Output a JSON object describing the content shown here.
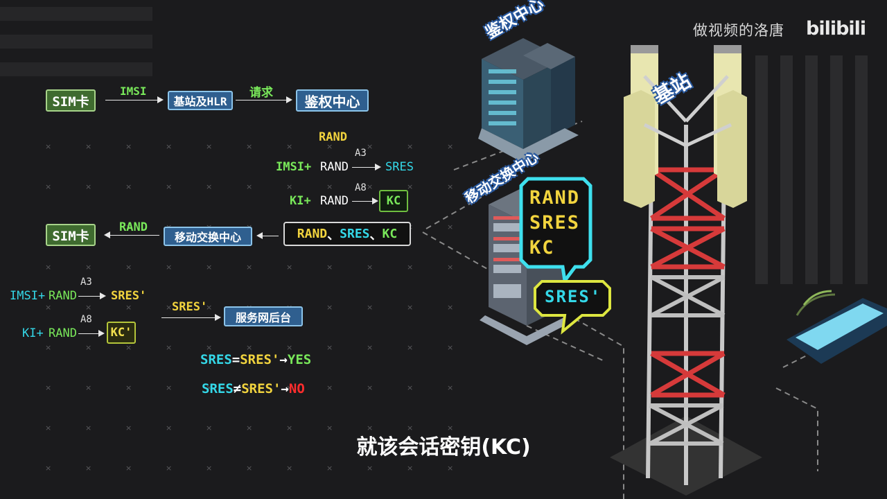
{
  "watermark": {
    "channel": "做视频的洛唐",
    "logo": "bilibili"
  },
  "subtitle": "就该会话密钥(KC)",
  "flow1": {
    "sim_card": "SIM卡",
    "imsi_label": "IMSI",
    "base_hlr": "基站及HLR",
    "request_label": "请求",
    "auth_center": "鉴权中心"
  },
  "auth_calc": {
    "rand_title": "RAND",
    "a3": "A3",
    "imsi_plus": "IMSI+",
    "rand": "RAND",
    "sres": "SRES",
    "a8": "A8",
    "ki_plus": "KI+",
    "kc": "KC"
  },
  "flow2": {
    "sim_card": "SIM卡",
    "rand_label": "RAND",
    "msc": "移动交换中心",
    "triplet": {
      "rand": "RAND",
      "sep1": "、",
      "sres": "SRES",
      "sep2": "、",
      "kc": "KC"
    }
  },
  "sim_calc": {
    "a3": "A3",
    "imsi_plus": "IMSI+",
    "rand": "RAND",
    "sres_prime": "SRES'",
    "a8": "A8",
    "ki_plus": "KI+",
    "kc_prime": "KC'",
    "send_label": "SRES'",
    "backend": "服务网后台"
  },
  "compare": {
    "eq": {
      "lhs": "SRES",
      "op": "=",
      "rhs": "SRES'",
      "arrow": "→",
      "result": "YES"
    },
    "neq": {
      "lhs": "SRES",
      "op": "≠",
      "rhs": "SRES'",
      "arrow": "→",
      "result": "NO"
    }
  },
  "scene": {
    "auth_center_label": "鉴权中心",
    "msc_label": "移动交换中心",
    "base_station_label": "基站",
    "bubble_big": {
      "line1": "RAND",
      "line2": "SRES",
      "line3": "KC"
    },
    "bubble_small": "SRES'"
  },
  "colors": {
    "green": "#79e85a",
    "cyan": "#34d8e8",
    "yellow": "#f2d43e",
    "red": "#ff2d2d",
    "box_blue": "#2f5f8f",
    "box_green": "#3f6b2f",
    "tower_red": "#d63a3a"
  }
}
